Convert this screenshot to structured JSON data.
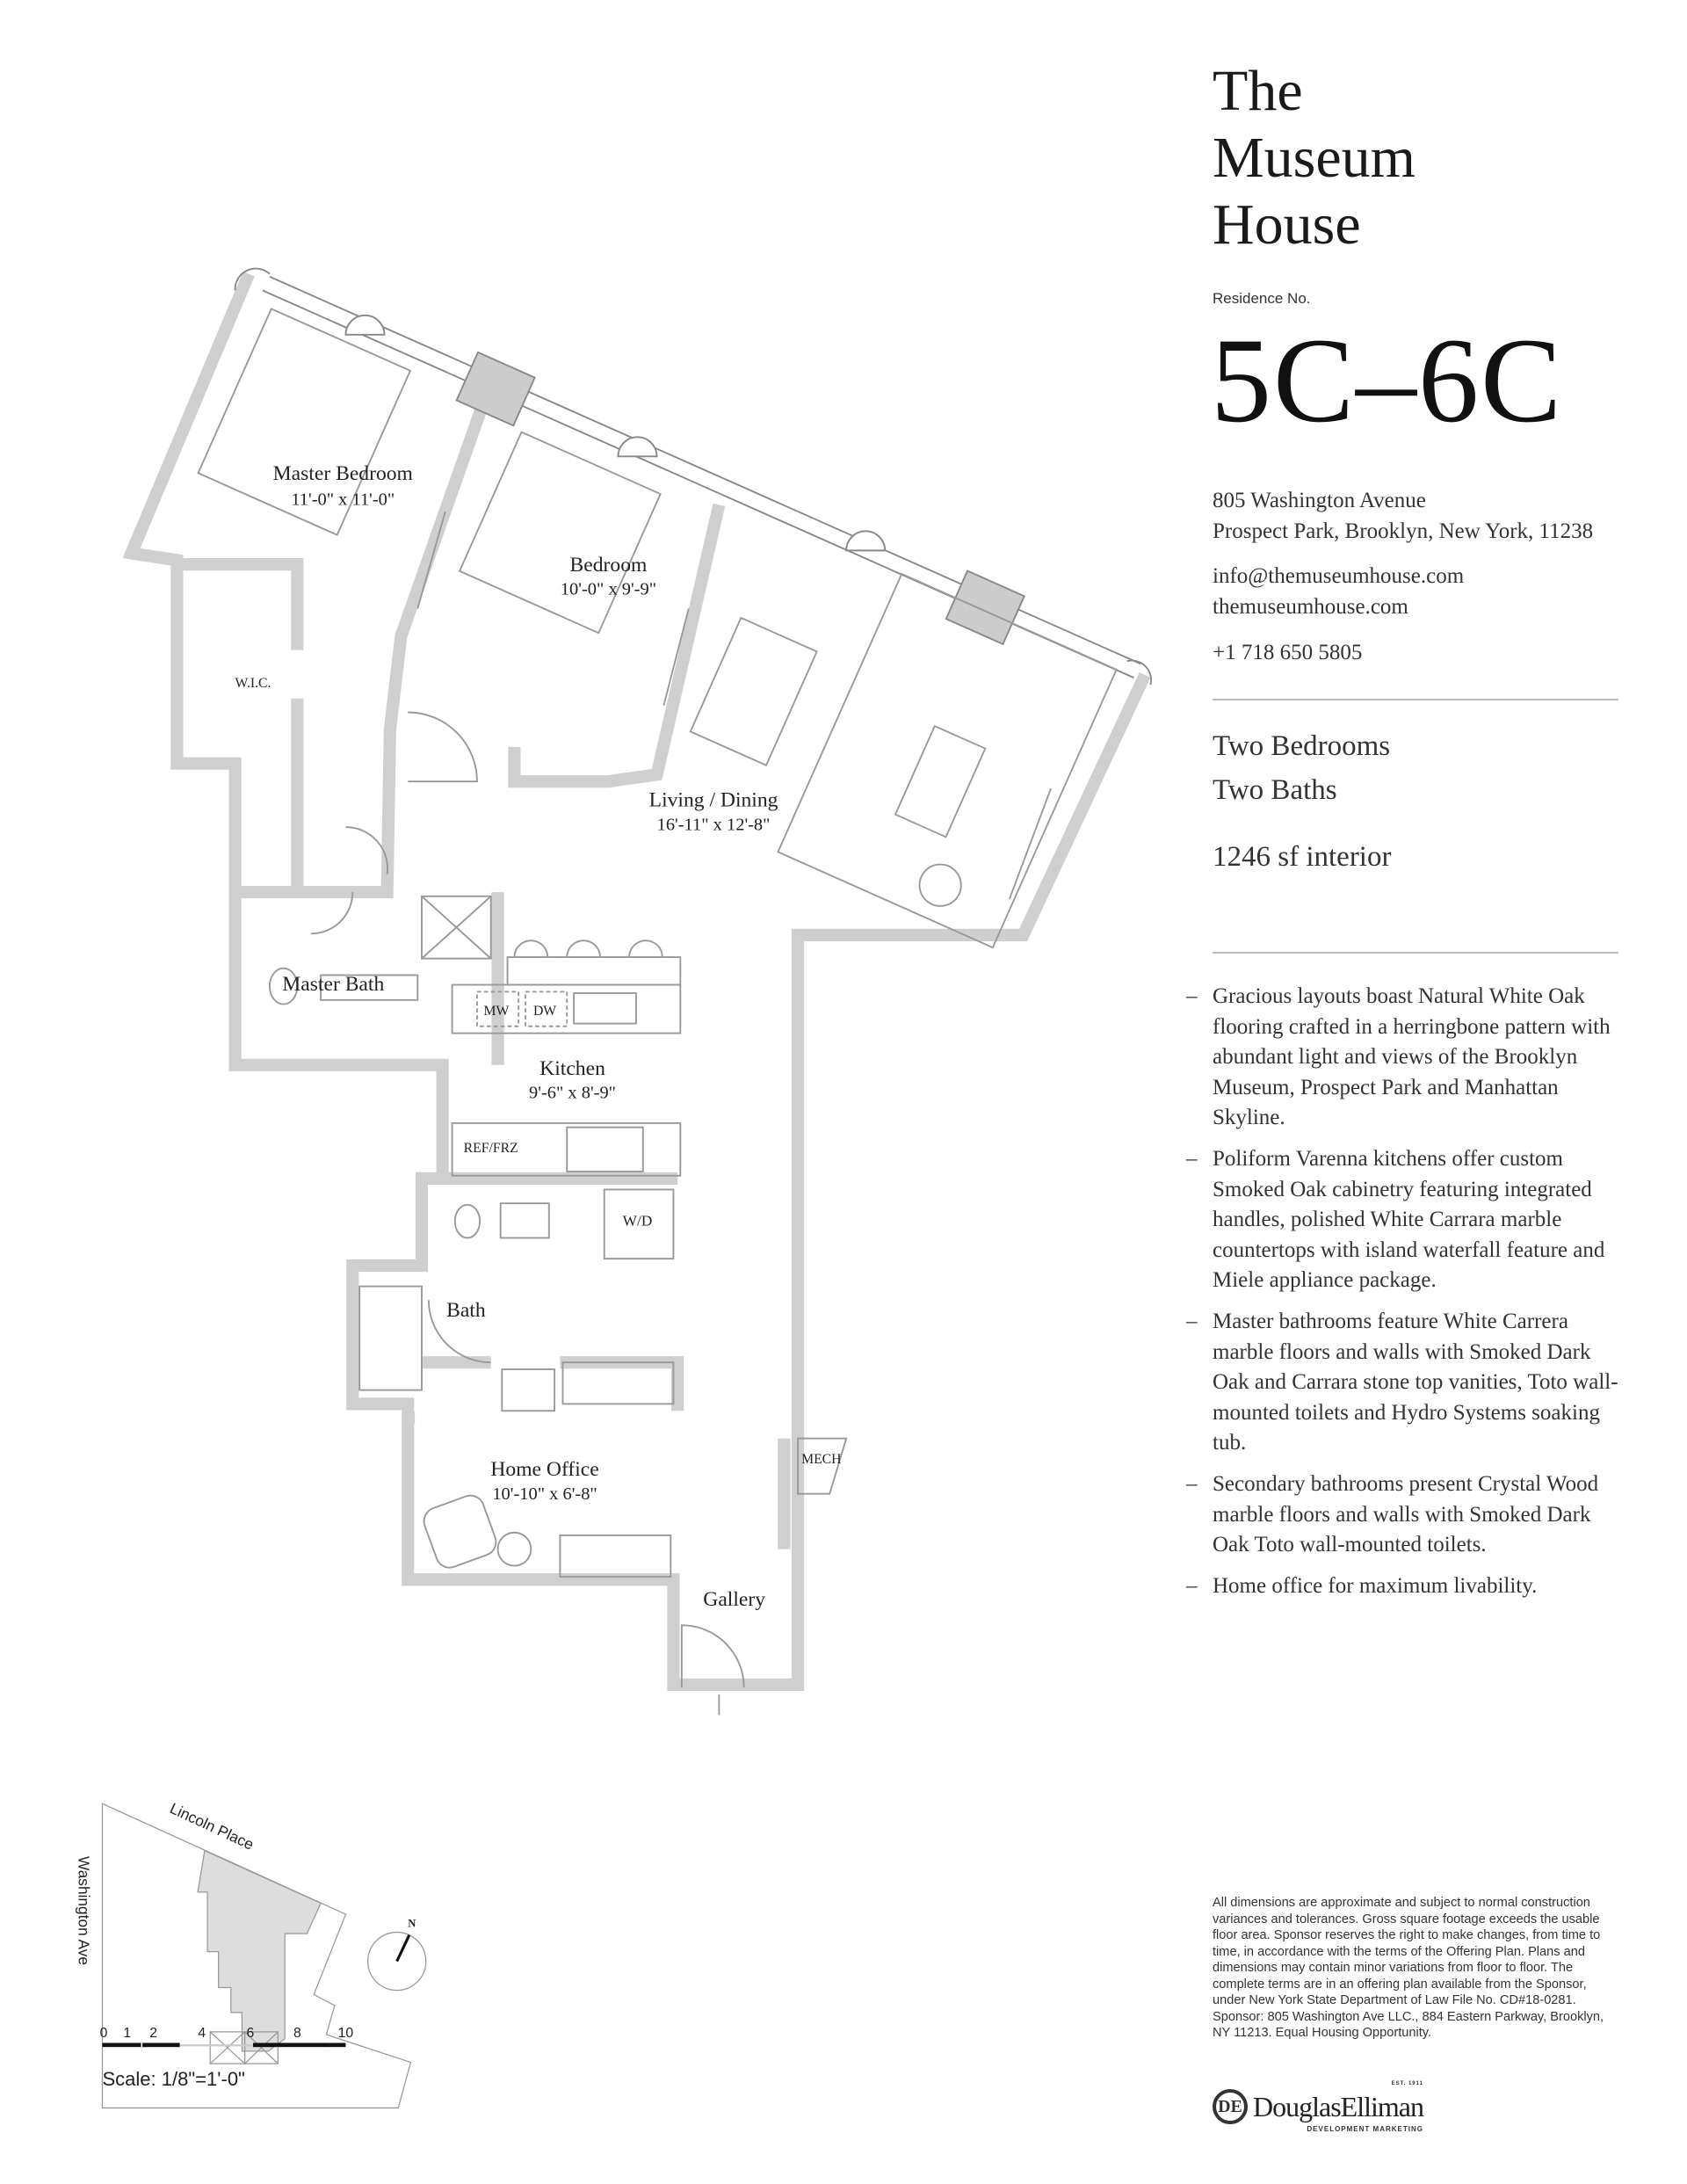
{
  "building": {
    "title_lines": [
      "The",
      "Museum",
      "House"
    ]
  },
  "residence": {
    "label": "Residence No.",
    "number": "5C–6C"
  },
  "contact": {
    "address_line1": "805 Washington Avenue",
    "address_line2": "Prospect Park, Brooklyn, New York, 11238",
    "email": "info@themuseumhouse.com",
    "website": "themuseumhouse.com",
    "phone": "+1 718 650 5805"
  },
  "specs": {
    "bedrooms": "Two Bedrooms",
    "baths": "Two Baths",
    "area": "1246 sf interior"
  },
  "features": [
    "Gracious layouts boast Natural White Oak flooring crafted in a herringbone pattern with abundant light and views of the Brooklyn Museum, Prospect Park and Manhattan Skyline.",
    "Poliform Varenna kitchens offer custom Smoked Oak cabinetry featuring integrated handles, polished White Carrara marble countertops with island waterfall feature and Miele appliance package.",
    "Master bathrooms feature White Carrera marble floors and walls with Smoked Dark Oak and Carrara stone top vanities, Toto wall-mounted toilets and Hydro Systems soaking tub.",
    "Secondary bathrooms present Crystal Wood marble floors and walls with Smoked Dark Oak Toto wall-mounted toilets.",
    "Home office for maximum livability."
  ],
  "bullet_dash": "–",
  "disclaimer": "All dimensions are approximate and subject to normal construction variances and tolerances. Gross square footage exceeds the usable floor area. Sponsor reserves the right to make changes, from time to time, in accordance with the terms of the Offering Plan. Plans and dimensions may contain minor variations from floor to floor. The complete terms are in an offering plan available from the Sponsor, under New York State Department of Law File No. CD#18-0281. Sponsor: 805 Washington Ave LLC., 884 Eastern Parkway, Brooklyn, NY 11213. Equal Housing Opportunity.",
  "broker": {
    "name": "DouglasElliman",
    "tagline": "DEVELOPMENT MARKETING",
    "est": "EST. 1911"
  },
  "rooms": {
    "master_bedroom": {
      "name": "Master Bedroom",
      "dims": "11'-0\" x 11'-0\""
    },
    "bedroom": {
      "name": "Bedroom",
      "dims": "10'-0\" x 9'-9\""
    },
    "living": {
      "name": "Living / Dining",
      "dims": "16'-11\" x 12'-8\""
    },
    "wic": {
      "name": "W.I.C."
    },
    "master_bath": {
      "name": "Master Bath"
    },
    "kitchen": {
      "name": "Kitchen",
      "dims": "9'-6\" x 8'-9\""
    },
    "bath": {
      "name": "Bath"
    },
    "home_office": {
      "name": "Home Office",
      "dims": "10'-10\" x 6'-8\""
    },
    "gallery": {
      "name": "Gallery"
    },
    "mech": {
      "name": "MECH"
    }
  },
  "appliances": {
    "mw": "MW",
    "dw": "DW",
    "ref": "REF/FRZ",
    "wd": "W/D"
  },
  "keyplan": {
    "street1": "Lincoln Place",
    "street2": "Washington Ave",
    "north": "N"
  },
  "scale": {
    "ticks": [
      "0",
      "1",
      "2",
      "4",
      "6",
      "8",
      "10"
    ],
    "label": "Scale: 1/8\"=1'-0\""
  }
}
